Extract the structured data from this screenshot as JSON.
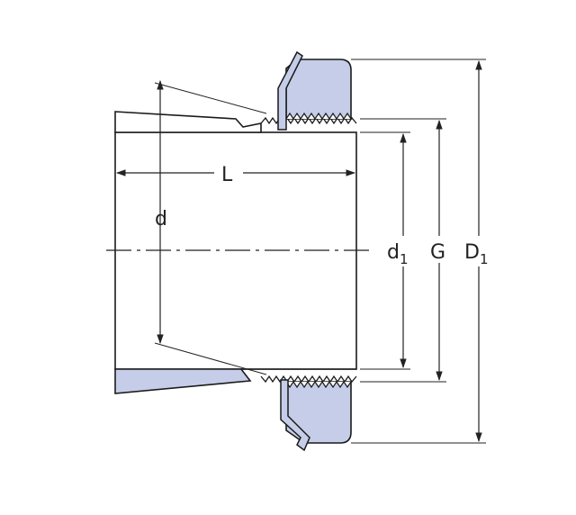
{
  "labels": {
    "L": "L",
    "d": "d",
    "d1_main": "d",
    "d1_sub": "1",
    "G": "G",
    "D1_main": "D",
    "D1_sub": "1"
  },
  "colors": {
    "part_fill": "#c5cde8",
    "outline": "#1a1a1a",
    "dim_line": "#222222"
  }
}
